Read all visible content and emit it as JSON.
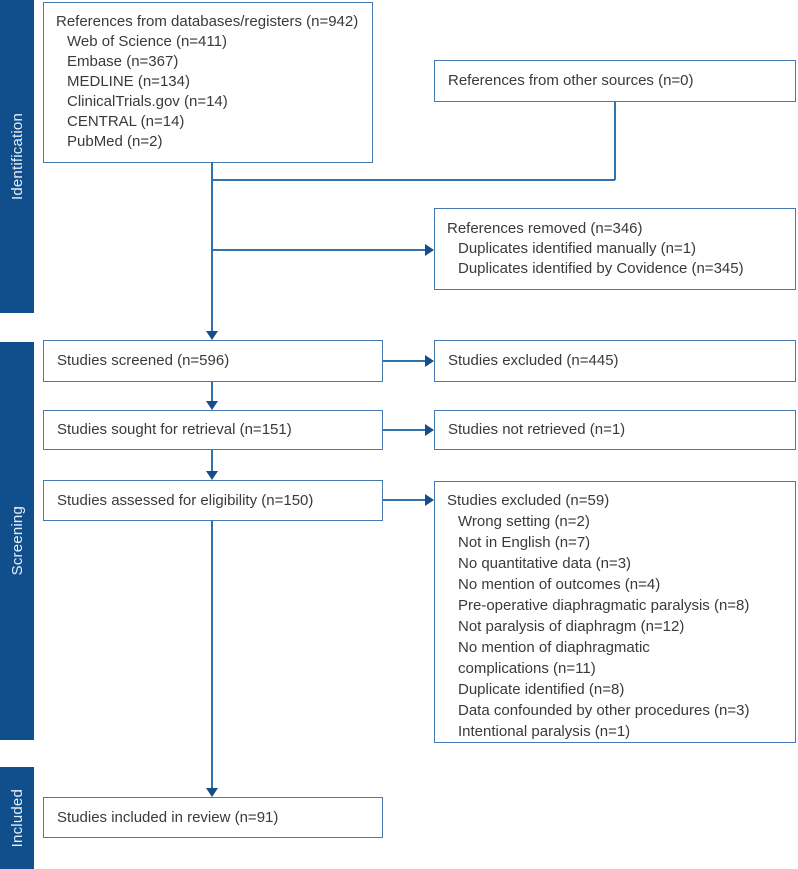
{
  "sidebar": {
    "identification": "Identification",
    "screening": "Screening",
    "included": "Included"
  },
  "boxes": {
    "db_registers": {
      "lines": [
        "References from databases/registers (n=942)",
        "Web of Science (n=411)",
        "Embase (n=367)",
        "MEDLINE (n=134)",
        "ClinicalTrials.gov (n=14)",
        "CENTRAL (n=14)",
        "PubMed (n=2)"
      ]
    },
    "other_sources": {
      "label": "References from other sources (n=0)"
    },
    "references_removed": {
      "lines": [
        "References removed (n=346)",
        "Duplicates identified manually (n=1)",
        "Duplicates identified by Covidence (n=345)"
      ]
    },
    "screened": {
      "label": "Studies screened (n=596)"
    },
    "excluded_screening": {
      "label": "Studies excluded (n=445)"
    },
    "sought": {
      "label": "Studies sought for retrieval (n=151)"
    },
    "not_retrieved": {
      "label": "Studies not retrieved (n=1)"
    },
    "assessed": {
      "label": "Studies assessed for eligibility (n=150)"
    },
    "excluded_eligibility": {
      "lines": [
        "Studies excluded (n=59)",
        "Wrong setting (n=2)",
        "Not in English (n=7)",
        "No quantitative data (n=3)",
        "No mention of outcomes (n=4)",
        "Pre-operative diaphragmatic paralysis (n=8)",
        "Not paralysis of diaphragm (n=12)",
        "No mention of diaphragmatic",
        "complications (n=11)",
        "Duplicate identified (n=8)",
        "Data confounded by other procedures (n=3)",
        "Intentional paralysis (n=1)"
      ]
    },
    "included_review": {
      "label": "Studies included in review (n=91)"
    }
  },
  "colors": {
    "bar": "#104f8c",
    "border": "#4679af",
    "line": "#3173b0",
    "head": "#174e87",
    "text": "#3a3a3a",
    "bartext": "#e8eef6"
  }
}
